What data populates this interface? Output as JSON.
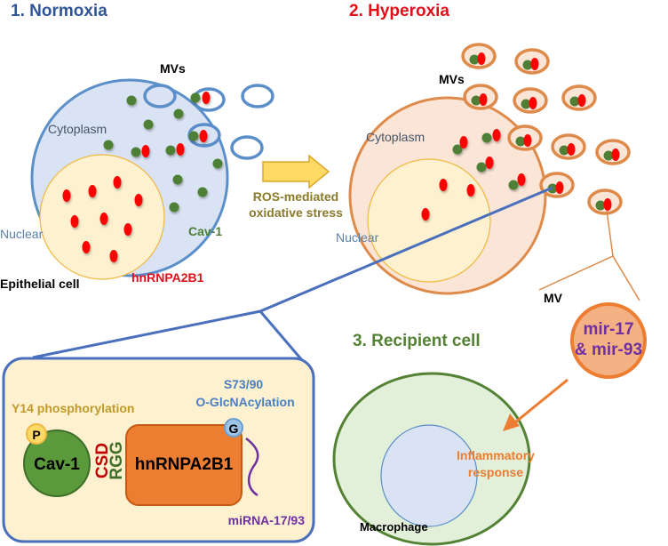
{
  "panels": {
    "normoxia": {
      "title": "1. Normoxia",
      "mvs_label": "MVs",
      "cytoplasm_label": "Cytoplasm",
      "nuclear_label": "Nuclear",
      "cav1_label": "Cav-1",
      "hnrnpa2b1_label": "hnRNPA2B1",
      "cell_label": "Epithelial cell"
    },
    "transition": {
      "line1": "ROS-mediated",
      "line2": "oxidative stress"
    },
    "hyperoxia": {
      "title": "2. Hyperoxia",
      "mvs_label": "MVs",
      "cytoplasm_label": "Cytoplasm",
      "nuclear_label": "Nuclear"
    },
    "recipient": {
      "title": "3. Recipient cell",
      "mv_label": "MV",
      "mv_content_line1": "mir-17",
      "mv_content_line2": "& mir-93",
      "response_line1": "Inflammatory",
      "response_line2": "response",
      "cell_label": "Macrophage"
    },
    "inset": {
      "phospho_label": "Y14 phosphorylation",
      "phospho_badge": "P",
      "glyco_line1": "S73/90",
      "glyco_line2": "O-GlcNAcylation",
      "glyco_badge": "G",
      "cav1_label": "Cav-1",
      "csd_label": "CSD",
      "rgg_label": "RGG",
      "protein_label": "hnRNPA2B1",
      "mirna_label": "miRNA-17/93"
    }
  },
  "colors": {
    "normoxia_title": "#2f5597",
    "hyperoxia_title": "#e0101a",
    "recipient_title": "#548235",
    "cav1_green": "#4e7f35",
    "hnrnp_red": "#e0101a",
    "blue_outline": "#5b8fc9",
    "orange_outline": "#de8a4a",
    "ros_text": "#8a7a2a",
    "mirna_purple": "#7030a0",
    "inflam_orange": "#ed7d31"
  }
}
